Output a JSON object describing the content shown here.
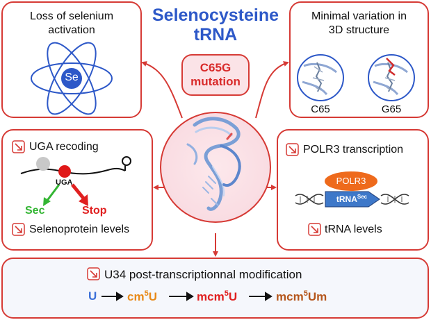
{
  "title_line1": "Selenocysteine",
  "title_line2": "tRNA",
  "mutation_line1": "C65G",
  "mutation_line2": "mutation",
  "top_left": {
    "title_line1": "Loss of selenium",
    "title_line2": "activation",
    "atom_symbol": "Se"
  },
  "top_right": {
    "title_line1": "Minimal variation in",
    "title_line2": "3D structure",
    "left_label": "C65",
    "right_label": "G65"
  },
  "mid_left": {
    "title": "UGA recoding",
    "codon": "UGA",
    "sec_label": "Sec",
    "stop_label": "Stop",
    "bottom_label": "Selenoprotein levels",
    "icon": "down-right-arrow-icon"
  },
  "mid_right": {
    "title": "POLR3 transcription",
    "polymerase": "POLR3",
    "gene_base": "tRNA",
    "gene_sup": "Sec",
    "bottom_label": "tRNA levels",
    "icon": "down-right-arrow-icon"
  },
  "bottom": {
    "title": "U34 post-transcriptionnal modification",
    "chain": [
      {
        "base": "U",
        "pre": "",
        "sup": "",
        "post": "",
        "color": "#3a6fd8"
      },
      {
        "base": "",
        "pre": "cm",
        "sup": "5",
        "post": "U",
        "color": "#e88a1a"
      },
      {
        "base": "",
        "pre": "mcm",
        "sup": "5",
        "post": "U",
        "color": "#e02020"
      },
      {
        "base": "",
        "pre": "mcm",
        "sup": "5",
        "post": "Um",
        "color": "#b5561c"
      }
    ]
  },
  "colors": {
    "frame": "#d63a35",
    "title_blue": "#2d58c8",
    "sec_green": "#33b533",
    "stop_red": "#e02020",
    "polr3_orange": "#ee6a1c",
    "gene_blue": "#3e78c9",
    "panel_fill": "#fbeff0",
    "bottom_fill": "#f4f6fb"
  }
}
